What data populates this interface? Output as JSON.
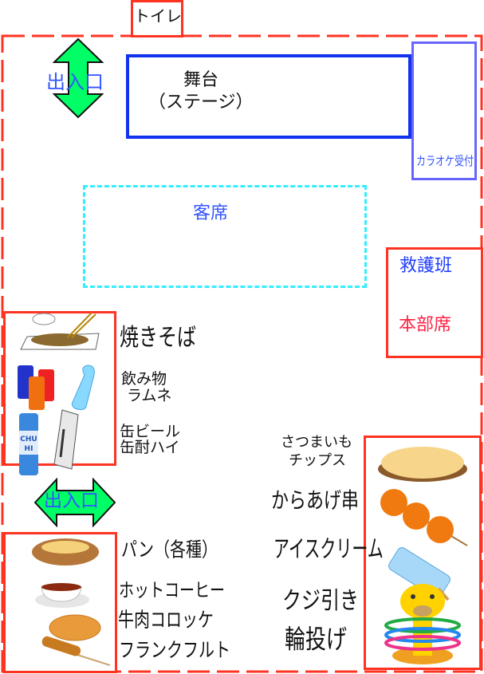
{
  "map": {
    "toilet": "トイレ",
    "entrance_top": "出入口",
    "stage_line1": "舞台",
    "stage_line2": "（ステージ）",
    "karaoke": "カラオケ受付",
    "audience": "客席",
    "first_aid": "救護班",
    "headquarters": "本部席",
    "entrance_left": "出入口",
    "left_stalls": [
      {
        "label": "焼きそば"
      },
      {
        "label_line1": "飲み物",
        "label_line2": "ラムネ"
      },
      {
        "label_line1": "缶ビール",
        "label_line2": "缶酎ハイ"
      },
      {
        "label": "パン（各種）"
      },
      {
        "label": "ホットコーヒー"
      },
      {
        "label": "牛肉コロッケ"
      },
      {
        "label": "フランクフルト"
      }
    ],
    "right_stalls": [
      {
        "label_line1": "さつまいも",
        "label_line2": "チップス"
      },
      {
        "label": "からあげ串"
      },
      {
        "label": "アイスクリーム"
      },
      {
        "label": "クジ引き"
      },
      {
        "label": "輪投げ"
      }
    ],
    "can_text": "CHU HI"
  },
  "colors": {
    "border_red": "#ff3322",
    "stage_blue": "#1133ee",
    "karaoke_blue": "#6666ff",
    "audience_cyan": "#33eeff",
    "arrow_green": "#00ff66"
  }
}
